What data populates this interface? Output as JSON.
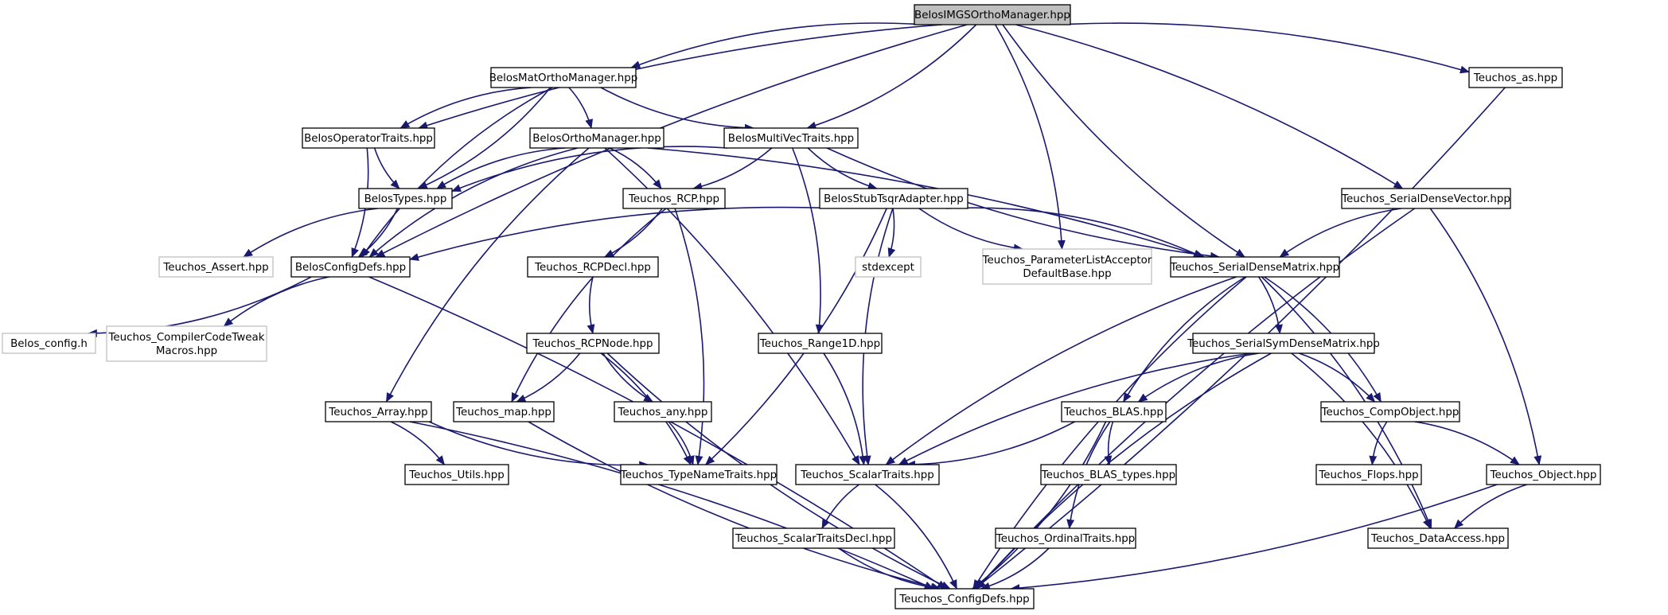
{
  "colors": {
    "edge": "#191970",
    "box_border": "#000000",
    "ext_border": "#bfbfbf",
    "root_fill": "#bfbfbf"
  },
  "diagram": {
    "nodes": [
      {
        "id": "root",
        "label": [
          "BelosIMGSOrthoManager.hpp"
        ],
        "kind": "root"
      },
      {
        "id": "matortho",
        "label": [
          "BelosMatOrthoManager.hpp"
        ],
        "kind": "normal"
      },
      {
        "id": "teuchos_as",
        "label": [
          "Teuchos_as.hpp"
        ],
        "kind": "normal"
      },
      {
        "id": "opertraits",
        "label": [
          "BelosOperatorTraits.hpp"
        ],
        "kind": "normal"
      },
      {
        "id": "orthomgr",
        "label": [
          "BelosOrthoManager.hpp"
        ],
        "kind": "normal"
      },
      {
        "id": "multivec",
        "label": [
          "BelosMultiVecTraits.hpp"
        ],
        "kind": "normal"
      },
      {
        "id": "belostypes",
        "label": [
          "BelosTypes.hpp"
        ],
        "kind": "normal"
      },
      {
        "id": "rcp",
        "label": [
          "Teuchos_RCP.hpp"
        ],
        "kind": "normal"
      },
      {
        "id": "stubtsqr",
        "label": [
          "BelosStubTsqrAdapter.hpp"
        ],
        "kind": "normal"
      },
      {
        "id": "sdv",
        "label": [
          "Teuchos_SerialDenseVector.hpp"
        ],
        "kind": "normal"
      },
      {
        "id": "assert",
        "label": [
          "Teuchos_Assert.hpp"
        ],
        "kind": "external"
      },
      {
        "id": "configdefs",
        "label": [
          "BelosConfigDefs.hpp"
        ],
        "kind": "normal"
      },
      {
        "id": "rcpdecl",
        "label": [
          "Teuchos_RCPDecl.hpp"
        ],
        "kind": "normal"
      },
      {
        "id": "stdexcept",
        "label": [
          "stdexcept"
        ],
        "kind": "external"
      },
      {
        "id": "plist",
        "label": [
          "Teuchos_ParameterListAcceptor",
          "DefaultBase.hpp"
        ],
        "kind": "external"
      },
      {
        "id": "sdm",
        "label": [
          "Teuchos_SerialDenseMatrix.hpp"
        ],
        "kind": "normal"
      },
      {
        "id": "belosconfig",
        "label": [
          "Belos_config.h"
        ],
        "kind": "external"
      },
      {
        "id": "compiler",
        "label": [
          "Teuchos_CompilerCodeTweak",
          "Macros.hpp"
        ],
        "kind": "external"
      },
      {
        "id": "rcpnode",
        "label": [
          "Teuchos_RCPNode.hpp"
        ],
        "kind": "normal"
      },
      {
        "id": "range1d",
        "label": [
          "Teuchos_Range1D.hpp"
        ],
        "kind": "normal"
      },
      {
        "id": "ssdm",
        "label": [
          "Teuchos_SerialSymDenseMatrix.hpp"
        ],
        "kind": "normal"
      },
      {
        "id": "array",
        "label": [
          "Teuchos_Array.hpp"
        ],
        "kind": "normal"
      },
      {
        "id": "map",
        "label": [
          "Teuchos_map.hpp"
        ],
        "kind": "normal"
      },
      {
        "id": "any",
        "label": [
          "Teuchos_any.hpp"
        ],
        "kind": "normal"
      },
      {
        "id": "blas",
        "label": [
          "Teuchos_BLAS.hpp"
        ],
        "kind": "normal"
      },
      {
        "id": "compobj",
        "label": [
          "Teuchos_CompObject.hpp"
        ],
        "kind": "normal"
      },
      {
        "id": "utils",
        "label": [
          "Teuchos_Utils.hpp"
        ],
        "kind": "normal"
      },
      {
        "id": "typename",
        "label": [
          "Teuchos_TypeNameTraits.hpp"
        ],
        "kind": "normal"
      },
      {
        "id": "scalartraits",
        "label": [
          "Teuchos_ScalarTraits.hpp"
        ],
        "kind": "normal"
      },
      {
        "id": "blastypes",
        "label": [
          "Teuchos_BLAS_types.hpp"
        ],
        "kind": "normal"
      },
      {
        "id": "flops",
        "label": [
          "Teuchos_Flops.hpp"
        ],
        "kind": "normal"
      },
      {
        "id": "object",
        "label": [
          "Teuchos_Object.hpp"
        ],
        "kind": "normal"
      },
      {
        "id": "scalardecl",
        "label": [
          "Teuchos_ScalarTraitsDecl.hpp"
        ],
        "kind": "normal"
      },
      {
        "id": "ordinal",
        "label": [
          "Teuchos_OrdinalTraits.hpp"
        ],
        "kind": "normal"
      },
      {
        "id": "dataaccess",
        "label": [
          "Teuchos_DataAccess.hpp"
        ],
        "kind": "normal"
      },
      {
        "id": "teuchosconfig",
        "label": [
          "Teuchos_ConfigDefs.hpp"
        ],
        "kind": "normal"
      }
    ],
    "edges": [
      [
        "root",
        "matortho"
      ],
      [
        "root",
        "teuchos_as"
      ],
      [
        "root",
        "opertraits"
      ],
      [
        "root",
        "multivec"
      ],
      [
        "root",
        "configdefs"
      ],
      [
        "root",
        "plist"
      ],
      [
        "root",
        "sdm"
      ],
      [
        "root",
        "sdv"
      ],
      [
        "matortho",
        "opertraits"
      ],
      [
        "matortho",
        "orthomgr"
      ],
      [
        "matortho",
        "multivec"
      ],
      [
        "matortho",
        "belostypes"
      ],
      [
        "matortho",
        "configdefs"
      ],
      [
        "teuchos_as",
        "teuchosconfig"
      ],
      [
        "opertraits",
        "belostypes"
      ],
      [
        "opertraits",
        "configdefs"
      ],
      [
        "orthomgr",
        "belostypes"
      ],
      [
        "orthomgr",
        "rcp"
      ],
      [
        "orthomgr",
        "configdefs"
      ],
      [
        "orthomgr",
        "sdm"
      ],
      [
        "orthomgr",
        "array"
      ],
      [
        "orthomgr",
        "scalartraits"
      ],
      [
        "multivec",
        "belostypes"
      ],
      [
        "multivec",
        "rcp"
      ],
      [
        "multivec",
        "stubtsqr"
      ],
      [
        "multivec",
        "range1d"
      ],
      [
        "multivec",
        "sdm"
      ],
      [
        "belostypes",
        "configdefs"
      ],
      [
        "belostypes",
        "assert"
      ],
      [
        "rcp",
        "rcpdecl"
      ],
      [
        "rcp",
        "map"
      ],
      [
        "rcp",
        "typename"
      ],
      [
        "stubtsqr",
        "configdefs"
      ],
      [
        "stubtsqr",
        "stdexcept"
      ],
      [
        "stubtsqr",
        "plist"
      ],
      [
        "stubtsqr",
        "sdm"
      ],
      [
        "stubtsqr",
        "scalartraits"
      ],
      [
        "stubtsqr",
        "typename"
      ],
      [
        "sdv",
        "sdm"
      ],
      [
        "sdv",
        "object"
      ],
      [
        "sdv",
        "teuchosconfig"
      ],
      [
        "configdefs",
        "belosconfig"
      ],
      [
        "configdefs",
        "compiler"
      ],
      [
        "configdefs",
        "teuchosconfig"
      ],
      [
        "rcpdecl",
        "rcpnode"
      ],
      [
        "sdm",
        "ssdm"
      ],
      [
        "sdm",
        "blas"
      ],
      [
        "sdm",
        "compobj"
      ],
      [
        "sdm",
        "scalartraits"
      ],
      [
        "sdm",
        "dataaccess"
      ],
      [
        "sdm",
        "teuchosconfig"
      ],
      [
        "rcpnode",
        "map"
      ],
      [
        "rcpnode",
        "any"
      ],
      [
        "rcpnode",
        "typename"
      ],
      [
        "rcpnode",
        "teuchosconfig"
      ],
      [
        "range1d",
        "scalartraits"
      ],
      [
        "ssdm",
        "blas"
      ],
      [
        "ssdm",
        "compobj"
      ],
      [
        "ssdm",
        "scalartraits"
      ],
      [
        "ssdm",
        "dataaccess"
      ],
      [
        "ssdm",
        "teuchosconfig"
      ],
      [
        "array",
        "utils"
      ],
      [
        "array",
        "typename"
      ],
      [
        "array",
        "teuchosconfig"
      ],
      [
        "map",
        "teuchosconfig"
      ],
      [
        "any",
        "typename"
      ],
      [
        "blas",
        "blastypes"
      ],
      [
        "blas",
        "scalartraits"
      ],
      [
        "blas",
        "ordinal"
      ],
      [
        "blas",
        "teuchosconfig"
      ],
      [
        "compobj",
        "flops"
      ],
      [
        "compobj",
        "object"
      ],
      [
        "scalartraits",
        "scalardecl"
      ],
      [
        "scalartraits",
        "teuchosconfig"
      ],
      [
        "object",
        "dataaccess"
      ],
      [
        "object",
        "teuchosconfig"
      ],
      [
        "scalardecl",
        "teuchosconfig"
      ],
      [
        "ordinal",
        "teuchosconfig"
      ]
    ]
  }
}
